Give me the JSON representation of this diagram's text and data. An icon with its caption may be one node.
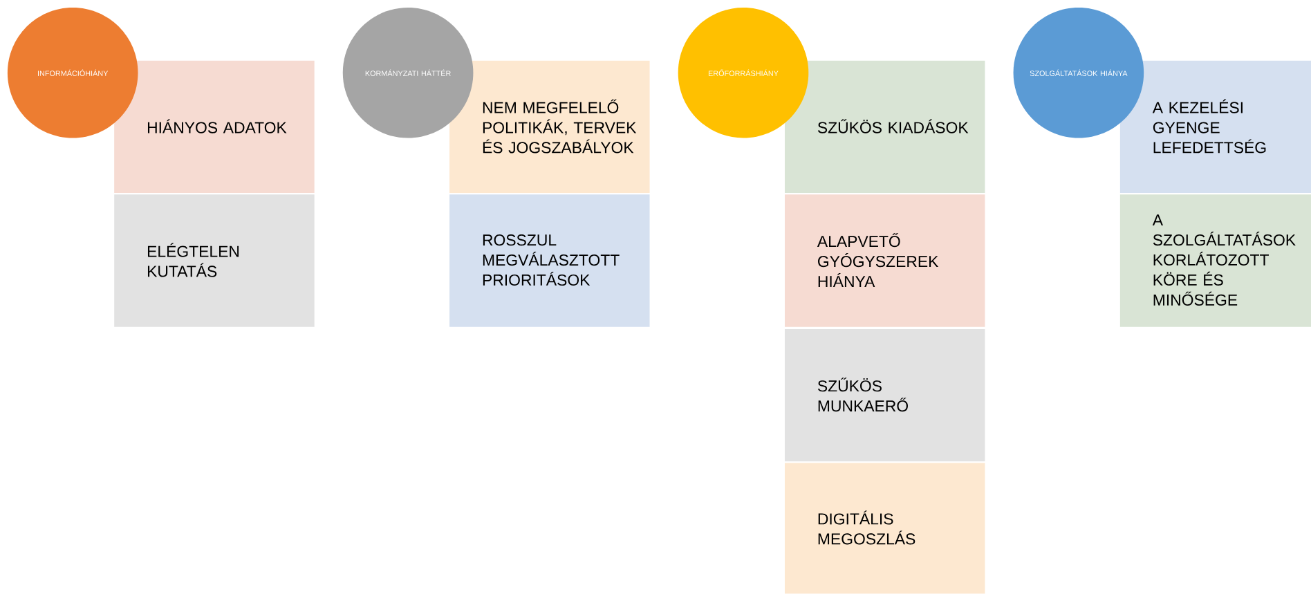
{
  "diagram": {
    "nodes": [
      {
        "text": [
          "INFORMÁCIÓHIÁNY"
        ]
      },
      {
        "text": [
          "HIÁNYOS ADATOK"
        ]
      },
      {
        "text": [
          "ELÉGTELEN KUTATÁS"
        ]
      },
      {
        "text": [
          "KORMÁNYZATI HÁTTÉR"
        ]
      },
      {
        "text": [
          "NEM MEGFELELŐ POLITIKÁK, TERVEK ÉS JOGSZABÁLYOK"
        ]
      },
      {
        "text": [
          "ROSSZUL MEGVÁLASZTOTT PRIORITÁSOK"
        ]
      },
      {
        "text": [
          "ERŐFORRÁSHIÁNY"
        ]
      },
      {
        "text": [
          "SZŰKÖS KIADÁSOK"
        ]
      },
      {
        "text": [
          "ALAPVETŐ GYÓGYSZEREK HIÁNYA"
        ]
      },
      {
        "text": [
          "SZŰKÖS MUNKAERŐ"
        ]
      },
      {
        "text": [
          "DIGITÁLIS MEGOSZLÁS"
        ]
      },
      {
        "text": [
          "SZOLGÁLTATÁSOK HIÁNYA"
        ]
      },
      {
        "text": [
          "A KEZELÉSI GYENGE LEFEDETTSÉG"
        ]
      },
      {
        "text": [
          "A SZOLGÁLTATÁSOK KORLÁTOZOTT KÖRE ÉS MINŐSÉGE"
        ]
      }
    ]
  }
}
